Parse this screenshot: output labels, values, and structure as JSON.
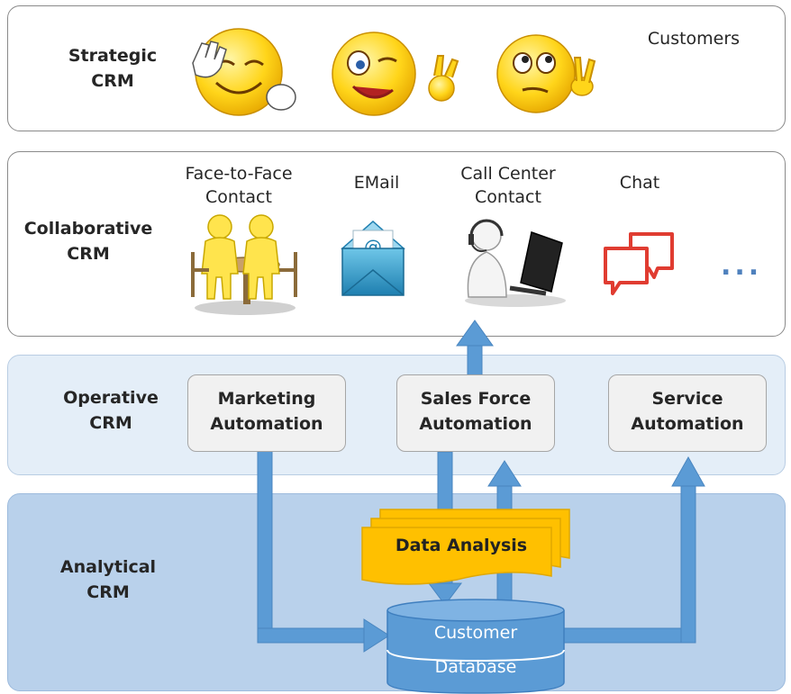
{
  "layers": {
    "strategic": {
      "line1": "Strategic",
      "line2": "CRM"
    },
    "collaborative": {
      "line1": "Collaborative",
      "line2": "CRM"
    },
    "operative": {
      "line1": "Operative",
      "line2": "CRM"
    },
    "analytical": {
      "line1": "Analytical",
      "line2": "CRM"
    }
  },
  "strategic": {
    "customers_label": "Customers"
  },
  "channels": {
    "face": {
      "line1": "Face-to-Face",
      "line2": "Contact"
    },
    "email": {
      "line1": "EMail"
    },
    "call": {
      "line1": "Call Center",
      "line2": "Contact"
    },
    "chat": {
      "line1": "Chat"
    },
    "more": "..."
  },
  "operative": {
    "marketing": {
      "line1": "Marketing",
      "line2": "Automation"
    },
    "sales": {
      "line1": "Sales Force",
      "line2": "Automation"
    },
    "service": {
      "line1": "Service",
      "line2": "Automation"
    }
  },
  "analytical": {
    "data_analysis": "Data Analysis",
    "database": {
      "line1": "Customer",
      "line2": "Database"
    }
  },
  "colors": {
    "arrow": "#5b9bd5",
    "data_analysis_fill": "#ffc000",
    "database_fill": "#5b9bd5",
    "chat_icon": "#e03c31",
    "emoji_face": "#ffd51a"
  },
  "icons": [
    "waving-smiley-icon",
    "winking-ok-smiley-icon",
    "victory-smiley-icon",
    "meeting-figures-icon",
    "email-envelope-icon",
    "call-center-agent-icon",
    "chat-bubbles-icon"
  ]
}
